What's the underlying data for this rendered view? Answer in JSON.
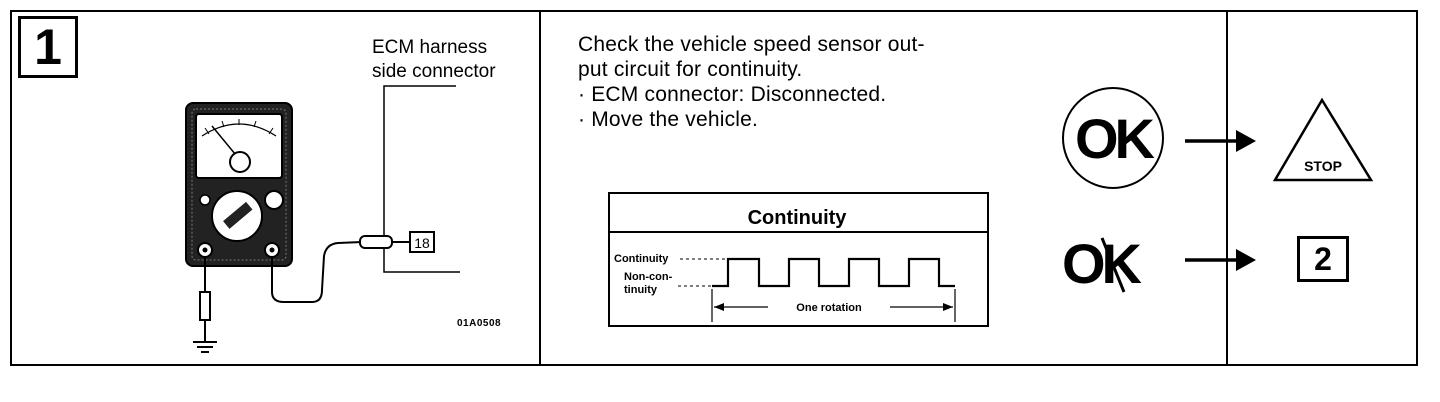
{
  "step_number": "1",
  "ecm_label": {
    "line1": "ECM harness",
    "line2": "side connector"
  },
  "connector_pin": "18",
  "figure_code": "01A0508",
  "instructions": {
    "line1": "Check the vehicle speed sensor out-",
    "line2": "put circuit for continuity.",
    "bullet1": "· ECM connector: Disconnected.",
    "bullet2": "· Move the vehicle."
  },
  "chart": {
    "title": "Continuity",
    "high_label": "Continuity",
    "low_label_line1": "Non-con-",
    "low_label_line2": "tinuity",
    "span_label": "One rotation"
  },
  "results": {
    "ok_label": "OK",
    "ng_label": "OK",
    "stop_label": "STOP",
    "next_step": "2"
  }
}
